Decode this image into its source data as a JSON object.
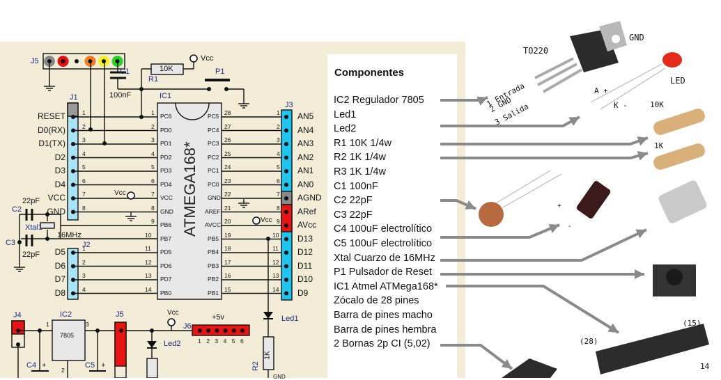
{
  "schematic": {
    "j5_top": {
      "ref": "J5"
    },
    "c1": {
      "ref": "C1",
      "value": "100nF"
    },
    "r1": {
      "ref": "R1",
      "value": "10K"
    },
    "p1": {
      "ref": "P1"
    },
    "vcc": "Vcc",
    "ic1": {
      "ref": "IC1",
      "name": "ATMEGA168*",
      "left_pins": [
        {
          "num": "1",
          "name": "PC6"
        },
        {
          "num": "2",
          "name": "PD0"
        },
        {
          "num": "3",
          "name": "PD1"
        },
        {
          "num": "4",
          "name": "PD2"
        },
        {
          "num": "5",
          "name": "PD3"
        },
        {
          "num": "6",
          "name": "PD4"
        },
        {
          "num": "7",
          "name": "VCC"
        },
        {
          "num": "8",
          "name": "GND"
        },
        {
          "num": "9",
          "name": "PB6"
        },
        {
          "num": "10",
          "name": "PB7"
        },
        {
          "num": "11",
          "name": "PD5"
        },
        {
          "num": "12",
          "name": "PD6"
        },
        {
          "num": "13",
          "name": "PD7"
        },
        {
          "num": "14",
          "name": "PB0"
        }
      ],
      "right_pins": [
        {
          "num": "28",
          "name": "PC5"
        },
        {
          "num": "27",
          "name": "PC4"
        },
        {
          "num": "26",
          "name": "PC3"
        },
        {
          "num": "25",
          "name": "PC2"
        },
        {
          "num": "24",
          "name": "PC1"
        },
        {
          "num": "23",
          "name": "PC0"
        },
        {
          "num": "22",
          "name": "GND"
        },
        {
          "num": "21",
          "name": "AREF"
        },
        {
          "num": "20",
          "name": "AVCC"
        },
        {
          "num": "19",
          "name": "PB5"
        },
        {
          "num": "18",
          "name": "PB4"
        },
        {
          "num": "17",
          "name": "PB3"
        },
        {
          "num": "16",
          "name": "PB2"
        },
        {
          "num": "15",
          "name": "PB1"
        }
      ]
    },
    "j1": {
      "ref": "J1",
      "labels": [
        "RESET",
        "D0(RX)",
        "D1(TX)",
        "D2",
        "D3",
        "D4",
        "VCC",
        "GND"
      ],
      "pins": [
        "1",
        "2",
        "3",
        "4",
        "5",
        "6",
        "7",
        "8"
      ]
    },
    "j2": {
      "ref": "J2",
      "labels": [
        "D5",
        "D6",
        "D7",
        "D8"
      ],
      "pins": [
        "1",
        "2",
        "3",
        "4"
      ]
    },
    "j3": {
      "ref": "J3",
      "labels": [
        "AN5",
        "AN4",
        "AN3",
        "AN2",
        "AN1",
        "AN0",
        "AGND",
        "ARef",
        "AVcc",
        "D13",
        "D12",
        "D11",
        "D10",
        "D9"
      ],
      "pins": [
        "1",
        "2",
        "3",
        "4",
        "5",
        "6",
        "7",
        "8",
        "9",
        "10",
        "11",
        "12",
        "13",
        "14"
      ]
    },
    "c2": {
      "ref": "C2",
      "value": "22pF"
    },
    "c3": {
      "ref": "C3",
      "value": "22pF"
    },
    "xtal": {
      "ref": "Xtal1",
      "value": "16MHz"
    },
    "j4": {
      "ref": "J4"
    },
    "ic2": {
      "ref": "IC2",
      "name": "7805",
      "pin1": "1",
      "pin2": "2",
      "pin3": "3"
    },
    "j5_bottom": {
      "ref": "J5"
    },
    "c4": {
      "ref": "C4",
      "plus": "+"
    },
    "c5": {
      "ref": "C5",
      "plus": "+"
    },
    "led1": {
      "ref": "Led1"
    },
    "led2": {
      "ref": "Led2"
    },
    "r2": {
      "ref": "R2",
      "value": "1K"
    },
    "j6": {
      "ref": "J6",
      "label": "+5v",
      "pins": [
        "1",
        "2",
        "3",
        "4",
        "5",
        "6"
      ]
    },
    "gnd_text": "GND"
  },
  "components": {
    "title": "Componentes",
    "items": [
      "IC2 Regulador 7805",
      "Led1",
      "Led2",
      "R1 10K 1/4w",
      "R2 1K 1/4w",
      "R3 1K 1/4w",
      "C1 100nF",
      "C2 22pF",
      "C3 22pF",
      "C4 100uF electrolítico",
      "C5 100uF electrolítico",
      "Xtal Cuarzo de 16MHz",
      "P1 Pulsador de Reset",
      "IC1 Atmel ATMega168*",
      "Zócalo de 28 pines",
      "Barra de pines macho",
      "Barra de pines hembra",
      "2 Bornas 2p CI (5,02)"
    ]
  },
  "photos": {
    "regulator": {
      "package": "TO220",
      "tab": "GND",
      "pins": [
        "1 Entrada",
        "2 GND",
        "3 Salida"
      ]
    },
    "led": {
      "label": "LED",
      "anode": "A +",
      "cathode": "K -"
    },
    "resistor_10k": "10K",
    "resistor_1k": "1K",
    "electrolytic": {
      "plus": "+",
      "minus": "-"
    },
    "chip": {
      "pin28": "(28)",
      "pin15": "(15)",
      "pin14": "14"
    }
  }
}
